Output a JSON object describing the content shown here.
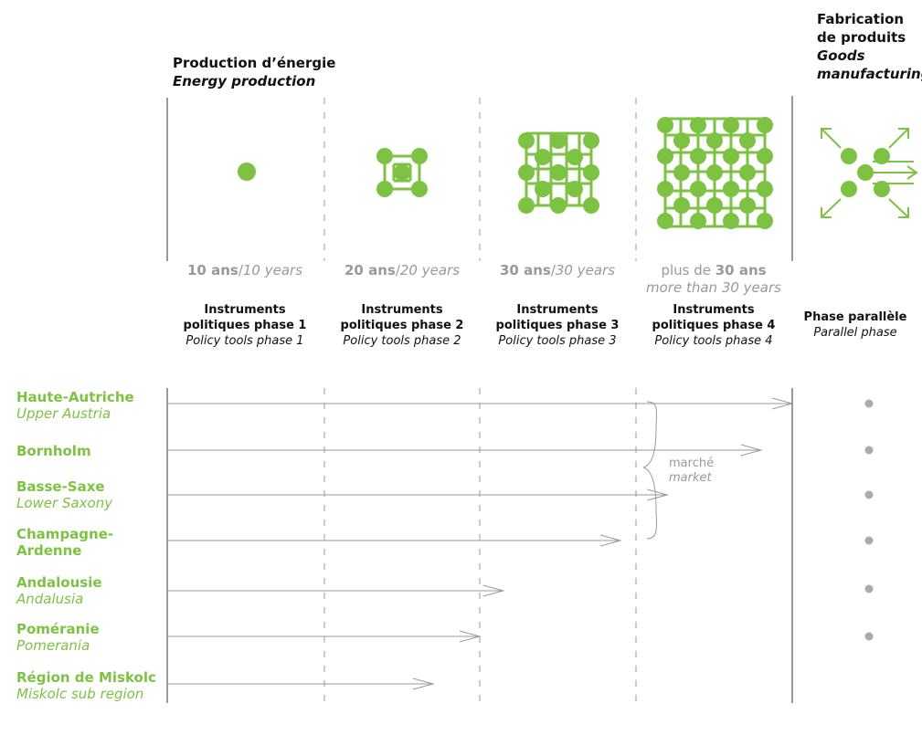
{
  "headers": {
    "energy": {
      "fr": "Production d’énergie",
      "en": "Energy production"
    },
    "goods": {
      "fr_line1": "Fabrication",
      "fr_line2": "de produits",
      "en_line1": "Goods",
      "en_line2": "manufacturing"
    }
  },
  "durations": [
    {
      "num": "10 ans",
      "sep": "/",
      "en": "10 years"
    },
    {
      "num": "20 ans",
      "sep": "/",
      "en": "20 years"
    },
    {
      "num": "30 ans",
      "sep": "/",
      "en": "30 years"
    },
    {
      "num_pre": "plus de ",
      "num": "30 ans",
      "en": "more than 30 years"
    }
  ],
  "phases": [
    {
      "l1": "Instruments",
      "l2": "politiques phase 1",
      "en": "Policy tools phase 1"
    },
    {
      "l1": "Instruments",
      "l2": "politiques phase 2",
      "en": "Policy tools phase 2"
    },
    {
      "l1": "Instruments",
      "l2": "politiques phase 3",
      "en": "Policy tools phase 3"
    },
    {
      "l1": "Instruments",
      "l2": "politiques phase 4",
      "en": "Policy tools phase 4"
    }
  ],
  "parallel": {
    "fr": "Phase parallèle",
    "en": "Parallel phase"
  },
  "market": {
    "fr": "marché",
    "en": "market"
  },
  "regions": [
    {
      "name": "Haute-Autriche",
      "en": "Upper Austria",
      "reach_phase": 4.0
    },
    {
      "name": "Bornholm",
      "en": "",
      "reach_phase": 3.8
    },
    {
      "name": "Basse-Saxe",
      "en": "Lower Saxony",
      "reach_phase": 3.2
    },
    {
      "name": "Champagne-",
      "name2": "Ardenne",
      "en": "",
      "reach_phase": 2.9
    },
    {
      "name": "Andalousie",
      "en": "Andalusia",
      "reach_phase": 2.15
    },
    {
      "name": "Poméranie",
      "en": "Pomerania",
      "reach_phase": 2.0
    },
    {
      "name": "Région de Miskolc",
      "en": "Miskolc sub region",
      "reach_phase": 1.7
    }
  ],
  "colors": {
    "green": "#7dc242",
    "gray": "#999999",
    "line": "#aaaaaa"
  }
}
